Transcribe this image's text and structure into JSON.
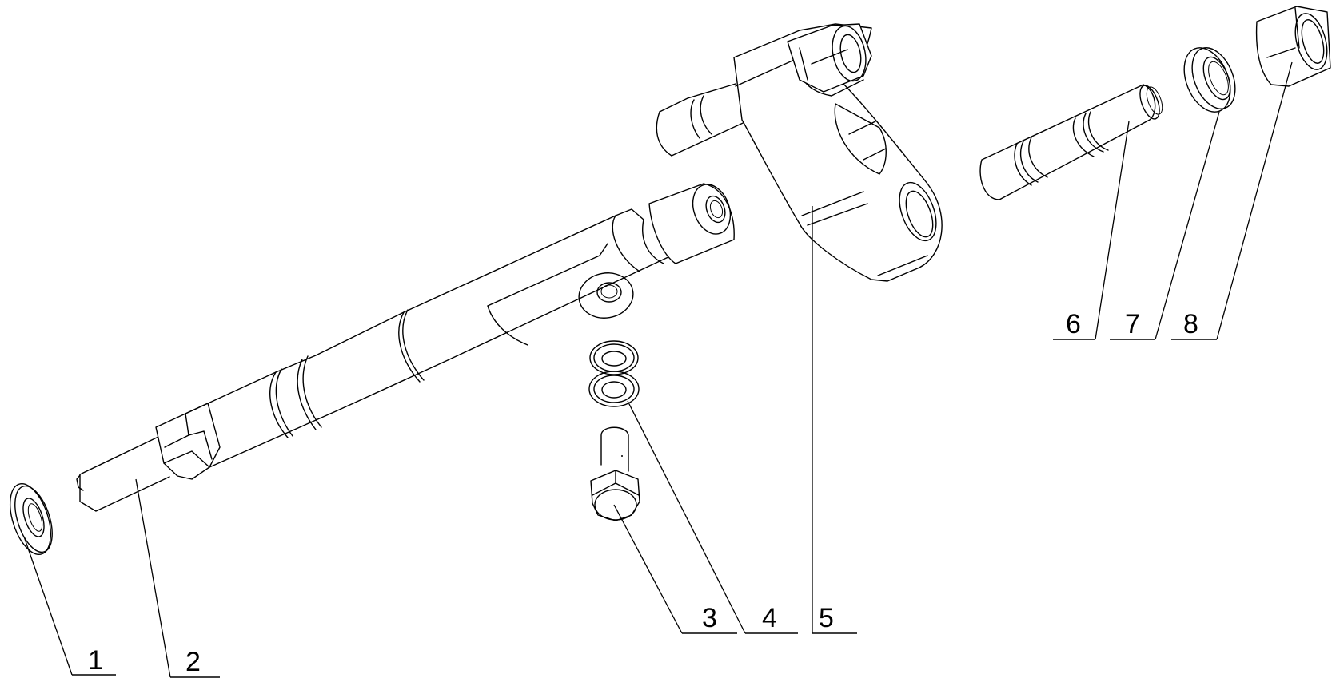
{
  "diagram": {
    "type": "exploded-view parts diagram",
    "background": "#ffffff",
    "line_color": "#000000",
    "callouts": [
      {
        "id": 1,
        "label": "1",
        "part": "sealing washer"
      },
      {
        "id": 2,
        "label": "2",
        "part": "injector body"
      },
      {
        "id": 3,
        "label": "3",
        "part": "hex bolt"
      },
      {
        "id": 4,
        "label": "4",
        "part": "washers (pair)"
      },
      {
        "id": 5,
        "label": "5",
        "part": "clamp bracket"
      },
      {
        "id": 6,
        "label": "6",
        "part": "stud"
      },
      {
        "id": 7,
        "label": "7",
        "part": "washer"
      },
      {
        "id": 8,
        "label": "8",
        "part": "hex nut"
      }
    ]
  }
}
